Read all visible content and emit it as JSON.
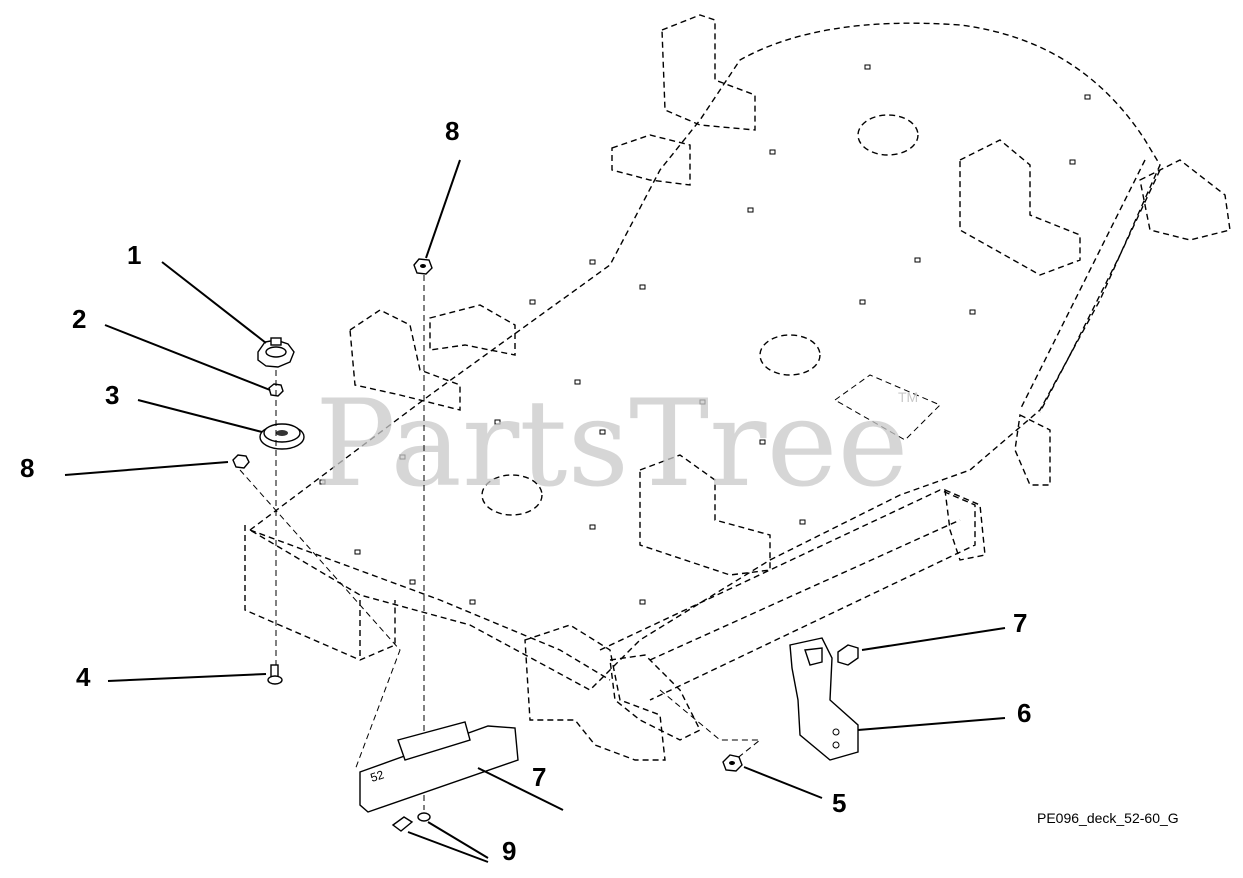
{
  "watermark": {
    "text": "PartsTree",
    "trademark": "TM"
  },
  "reference_code": "PE096_deck_52-60_G",
  "callouts": [
    {
      "id": "callout-1",
      "label": "1"
    },
    {
      "id": "callout-2",
      "label": "2"
    },
    {
      "id": "callout-3",
      "label": "3"
    },
    {
      "id": "callout-8-left",
      "label": "8"
    },
    {
      "id": "callout-4",
      "label": "4"
    },
    {
      "id": "callout-8-top",
      "label": "8"
    },
    {
      "id": "callout-7-right",
      "label": "7"
    },
    {
      "id": "callout-6",
      "label": "6"
    },
    {
      "id": "callout-7-bottom",
      "label": "7"
    },
    {
      "id": "callout-5",
      "label": "5"
    },
    {
      "id": "callout-9",
      "label": "9"
    }
  ],
  "part_stamps": {
    "deflector_size": "52"
  },
  "colors": {
    "ink": "#000000",
    "watermark": "#c8c8c8",
    "background": "#ffffff"
  }
}
